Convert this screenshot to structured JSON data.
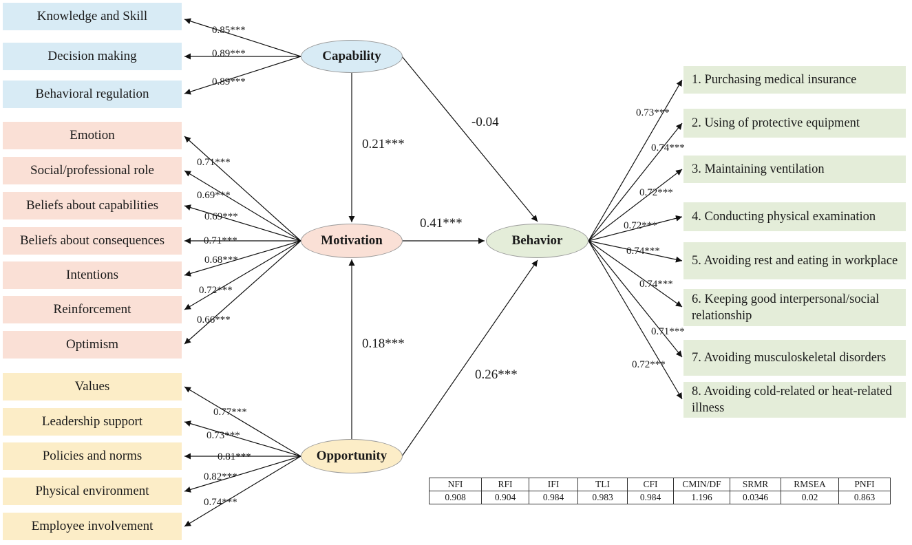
{
  "latent": {
    "capability": "Capability",
    "motivation": "Motivation",
    "opportunity": "Opportunity",
    "behavior": "Behavior"
  },
  "capability_items": [
    {
      "label": "Knowledge and Skill",
      "loading": "0.85***"
    },
    {
      "label": "Decision making",
      "loading": "0.89***"
    },
    {
      "label": "Behavioral regulation",
      "loading": "0.89***"
    }
  ],
  "motivation_items": [
    {
      "label": "Emotion",
      "loading": "0.71***"
    },
    {
      "label": "Social/professional role",
      "loading": "0.69***"
    },
    {
      "label": "Beliefs about capabilities",
      "loading": "0.69***"
    },
    {
      "label": "Beliefs about consequences",
      "loading": "0.71***"
    },
    {
      "label": "Intentions",
      "loading": "0.68***"
    },
    {
      "label": "Reinforcement",
      "loading": "0.72***"
    },
    {
      "label": "Optimism",
      "loading": "0.66***"
    }
  ],
  "opportunity_items": [
    {
      "label": "Values",
      "loading": "0.77***"
    },
    {
      "label": "Leadership support",
      "loading": "0.73***"
    },
    {
      "label": "Policies and norms",
      "loading": "0.81***"
    },
    {
      "label": "Physical environment",
      "loading": "0.82***"
    },
    {
      "label": "Employee involvement",
      "loading": "0.74***"
    }
  ],
  "behavior_items": [
    {
      "label": "1. Purchasing medical insurance",
      "loading": "0.73***"
    },
    {
      "label": "2. Using of protective equipment",
      "loading": "0.74***"
    },
    {
      "label": "3. Maintaining ventilation",
      "loading": "0.72***"
    },
    {
      "label": "4. Conducting physical examination",
      "loading": "0.72***"
    },
    {
      "label": "5. Avoiding rest and eating in workplace",
      "loading": "0.74***"
    },
    {
      "label": "6. Keeping good interpersonal/social relationship",
      "loading": "0.74***"
    },
    {
      "label": "7. Avoiding musculoskeletal disorders",
      "loading": "0.71***"
    },
    {
      "label": "8. Avoiding cold-related or heat-related illness",
      "loading": "0.72***"
    }
  ],
  "paths": {
    "capability_to_motivation": "0.21***",
    "capability_to_behavior": "-0.04",
    "motivation_to_behavior": "0.41***",
    "opportunity_to_motivation": "0.18***",
    "opportunity_to_behavior": "0.26***"
  },
  "fit_table": {
    "headers": [
      "NFI",
      "RFI",
      "IFI",
      "TLI",
      "CFI",
      "CMIN/DF",
      "SRMR",
      "RMSEA",
      "PNFI"
    ],
    "values": [
      "0.908",
      "0.904",
      "0.984",
      "0.983",
      "0.984",
      "1.196",
      "0.0346",
      "0.02",
      "0.863"
    ]
  },
  "colors": {
    "capability": "#d8ebf5",
    "motivation": "#fae0d6",
    "opportunity": "#fcedc7",
    "behavior": "#e4edd9"
  }
}
